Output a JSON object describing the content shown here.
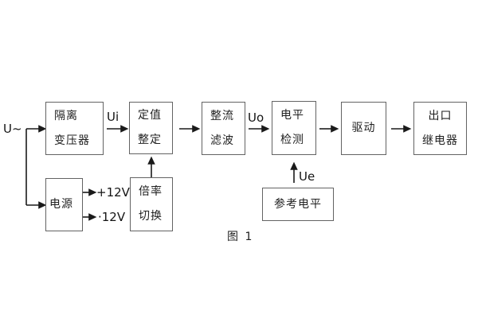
{
  "figure": {
    "caption": "图 1"
  },
  "signals": {
    "input": "U~",
    "ui": "Ui",
    "uo": "Uo",
    "ue": "Ue",
    "plus12v": "+12V",
    "minus12v": "·12V"
  },
  "blocks": {
    "isolation_transformer": {
      "line1": "隔离",
      "line2": "变压器"
    },
    "value_setting": {
      "line1": "定值",
      "line2": "整定"
    },
    "rectifier_filter": {
      "line1": "整流",
      "line2": "滤波"
    },
    "level_detection": {
      "line1": "电平",
      "line2": "检测"
    },
    "driver": {
      "label": "驱动"
    },
    "output_relay": {
      "line1": "出口",
      "line2": "继电器"
    },
    "power_supply": {
      "label": "电源"
    },
    "ratio_switch": {
      "line1": "倍率",
      "line2": "切换"
    },
    "reference_level": {
      "label": "参考电平"
    }
  },
  "colors": {
    "background": "#ffffff",
    "box_border": "#636363",
    "wire": "#1a1a1a",
    "text": "#1f1f1f"
  }
}
